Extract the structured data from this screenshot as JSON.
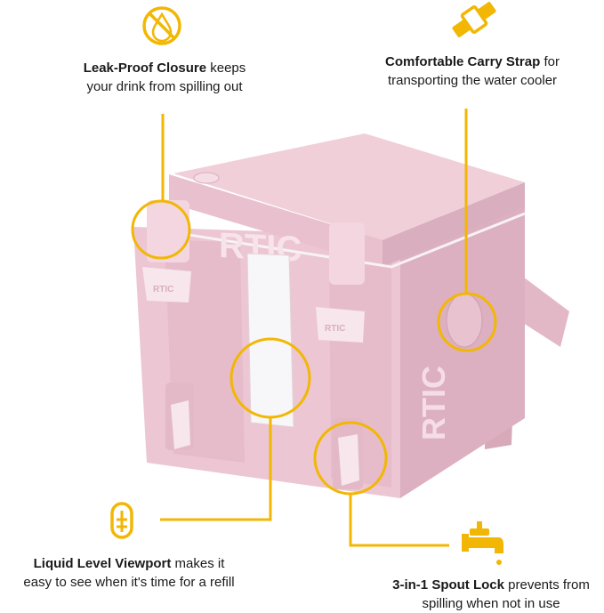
{
  "brand": {
    "name": "RTIC",
    "accent_color": "#F2B705",
    "product_color": "#EBC7D3"
  },
  "features": [
    {
      "icon": "no-drip-icon",
      "title": "Leak-Proof Closure",
      "desc_line1": "keeps",
      "desc_line2": "your drink from spilling out"
    },
    {
      "icon": "strap-icon",
      "title": "Comfortable Carry Strap",
      "desc_line1": "for",
      "desc_line2": "transporting the water cooler"
    },
    {
      "icon": "level-gauge-icon",
      "title": "Liquid Level Viewport",
      "desc_line1": "makes it",
      "desc_line2": "easy to see when it's time for a refill"
    },
    {
      "icon": "faucet-icon",
      "title": "3-in-1 Spout Lock",
      "desc_line1": "prevents from",
      "desc_line2": "spilling when not in use"
    }
  ]
}
